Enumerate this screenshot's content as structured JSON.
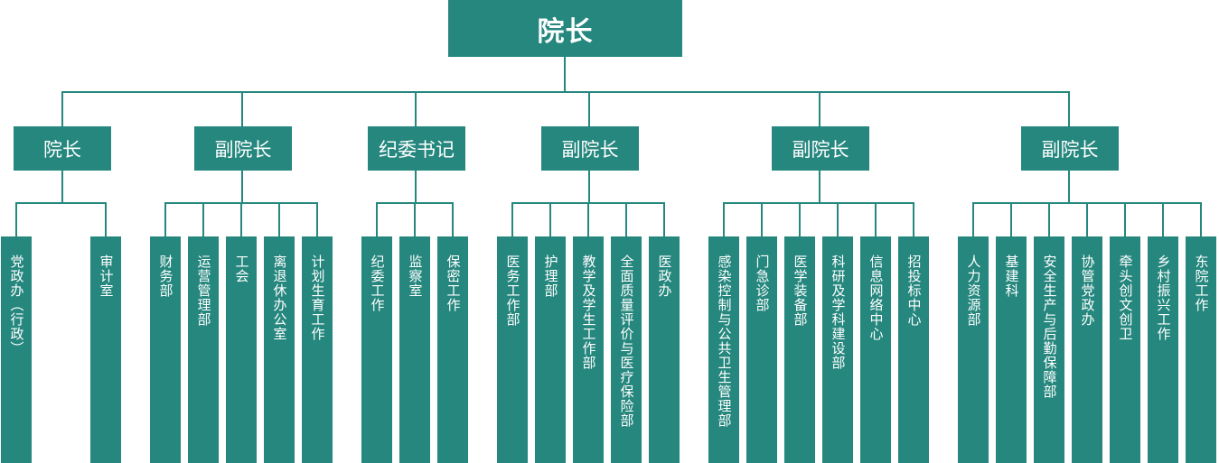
{
  "root": {
    "label": "院长"
  },
  "groups": [
    {
      "head": "院长",
      "departments": [
        "党政办（行政）",
        "审计室"
      ]
    },
    {
      "head": "副院长",
      "departments": [
        "财务部",
        "运营管理部",
        "工会",
        "离退休办公室",
        "计划生育工作"
      ]
    },
    {
      "head": "纪委书记",
      "departments": [
        "纪委工作",
        "监察室",
        "保密工作"
      ]
    },
    {
      "head": "副院长",
      "departments": [
        "医务工作部",
        "护理部",
        "教学及学生工作部",
        "全面质量评价与医疗保险部",
        "医政办"
      ]
    },
    {
      "head": "副院长",
      "departments": [
        "感染控制与公共卫生管理部",
        "门急诊部",
        "医学装备部",
        "科研及学科建设部",
        "信息网络中心",
        "招投标中心"
      ]
    },
    {
      "head": "副院长",
      "departments": [
        "人力资源部",
        "基建科",
        "安全生产与后勤保障部",
        "协管党政办",
        "牵头创文创卫",
        "乡村振兴工作",
        "东院工作"
      ]
    }
  ],
  "colors": {
    "box": "#25877e",
    "text": "#ffffff"
  }
}
